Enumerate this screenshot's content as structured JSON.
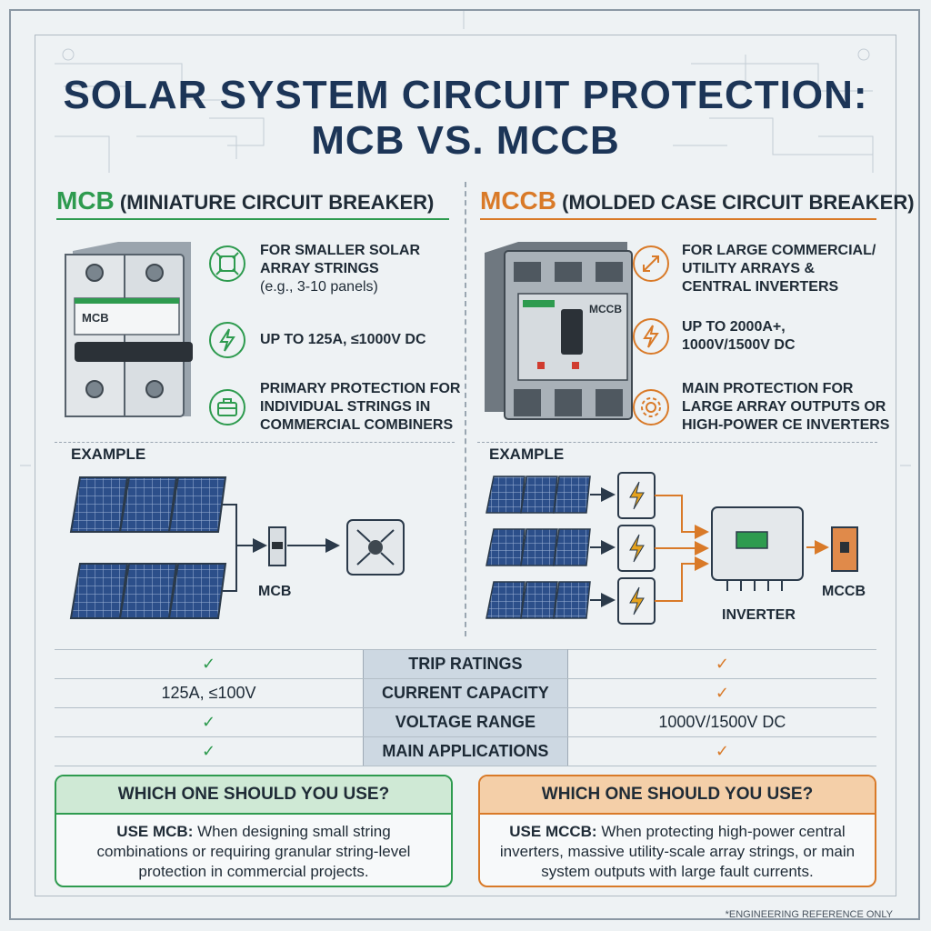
{
  "title": {
    "line1": "SOLAR SYSTEM CIRCUIT PROTECTION:",
    "line2": "MCB VS. MCCB"
  },
  "colors": {
    "green": "#2e9b4f",
    "orange": "#d97a28",
    "navy": "#1c3557",
    "panel_blue": "#2c4f8a"
  },
  "mcb": {
    "abbr": "MCB",
    "full": "(MINIATURE CIRCUIT BREAKER)",
    "device_label": "MCB",
    "features": [
      {
        "icon": "expand-arrows-icon",
        "text": "FOR SMALLER SOLAR\nARRAY STRINGS",
        "sub": "(e.g., 3-10 panels)"
      },
      {
        "icon": "lightning-icon",
        "text": "UP TO 125A, ≤1000V DC",
        "sub": ""
      },
      {
        "icon": "briefcase-icon",
        "text": "PRIMARY PROTECTION FOR\nINDIVIDUAL STRINGS IN\nCOMMERCIAL COMBINERS",
        "sub": ""
      }
    ],
    "example_label": "EXAMPLE",
    "diagram_label": "MCB"
  },
  "mccb": {
    "abbr": "MCCB",
    "full": "(MOLDED CASE CIRCUIT BREAKER)",
    "device_label": "MCCB",
    "features": [
      {
        "icon": "diagonal-arrows-icon",
        "text": "FOR LARGE COMMERCIAL/\nUTILITY ARRAYS &\nCENTRAL INVERTERS",
        "sub": ""
      },
      {
        "icon": "lightning-icon",
        "text": "UP TO 2000A+,\n1000V/1500V DC",
        "sub": ""
      },
      {
        "icon": "gear-icon",
        "text": "MAIN PROTECTION FOR\nLARGE ARRAY OUTPUTS OR\nHIGH-POWER CE INVERTERS",
        "sub": ""
      }
    ],
    "example_label": "EXAMPLE",
    "inverter_label": "INVERTER",
    "diagram_label": "MCCB"
  },
  "comparison": {
    "rows": [
      {
        "label": "TRIP RATINGS",
        "mcb": "✓",
        "mccb": "✓"
      },
      {
        "label": "CURRENT CAPACITY",
        "mcb": "125A, ≤100V",
        "mccb": "✓"
      },
      {
        "label": "VOLTAGE RANGE",
        "mcb": "✓",
        "mccb": "1000V/1500V DC"
      },
      {
        "label": "MAIN APPLICATIONS",
        "mcb": "✓",
        "mccb": "✓"
      }
    ]
  },
  "recommend": {
    "mcb": {
      "heading": "WHICH ONE SHOULD YOU USE?",
      "lead": "USE MCB:",
      "text": "When designing small string combinations or requiring granular string-level protection in commercial projects."
    },
    "mccb": {
      "heading": "WHICH ONE SHOULD YOU USE?",
      "lead": "USE MCCB:",
      "text": "When protecting high-power central inverters, massive utility-scale array strings, or main system outputs with large fault currents."
    }
  },
  "footnote": "*ENGINEERING REFERENCE ONLY"
}
